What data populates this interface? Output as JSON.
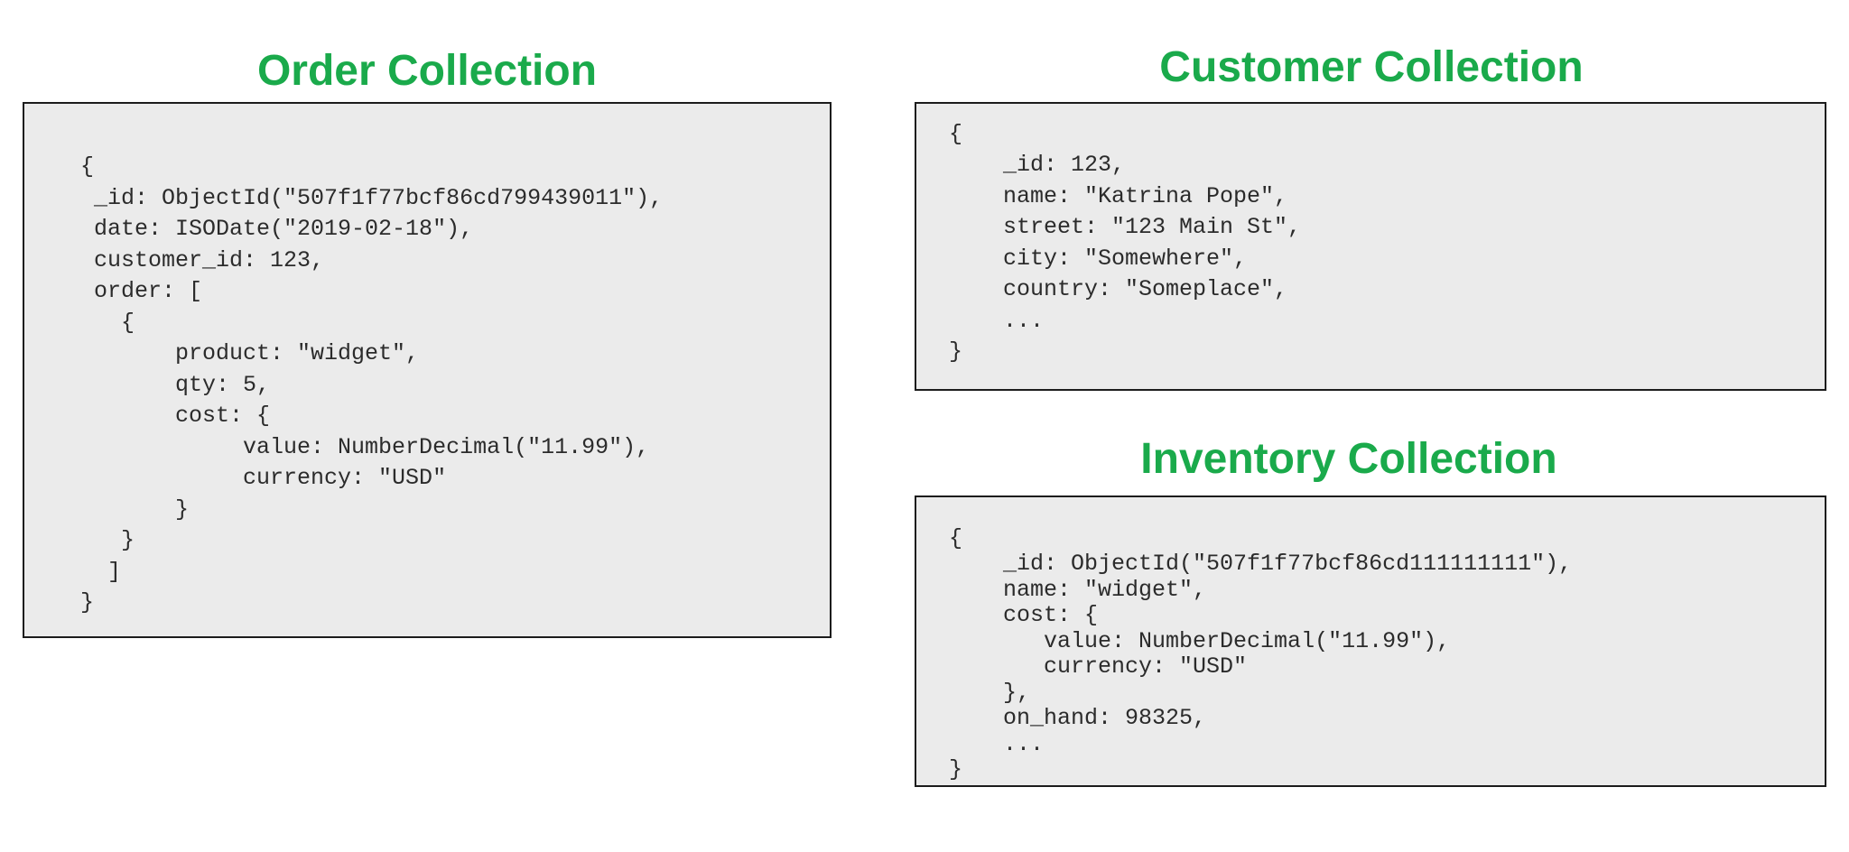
{
  "order": {
    "title": "Order Collection",
    "lines": [
      "{",
      " _id: ObjectId(\"507f1f77bcf86cd799439011\"),",
      " date: ISODate(\"2019-02-18\"),",
      " customer_id: 123,",
      " order: [",
      "   {",
      "       product: \"widget\",",
      "       qty: 5,",
      "       cost: {",
      "            value: NumberDecimal(\"11.99\"),",
      "            currency: \"USD\"",
      "       }",
      "   }",
      "  ]",
      "}"
    ]
  },
  "customer": {
    "title": "Customer Collection",
    "lines": [
      "{",
      "    _id: 123,",
      "    name: \"Katrina Pope\",",
      "    street: \"123 Main St\",",
      "    city: \"Somewhere\",",
      "    country: \"Someplace\",",
      "    ...",
      "}"
    ]
  },
  "inventory": {
    "title": "Inventory Collection",
    "lines": [
      "{",
      "    _id: ObjectId(\"507f1f77bcf86cd111111111\"),",
      "    name: \"widget\",",
      "    cost: {",
      "       value: NumberDecimal(\"11.99\"),",
      "       currency: \"USD\"",
      "    },",
      "    on_hand: 98325,",
      "    ...",
      "}"
    ]
  }
}
